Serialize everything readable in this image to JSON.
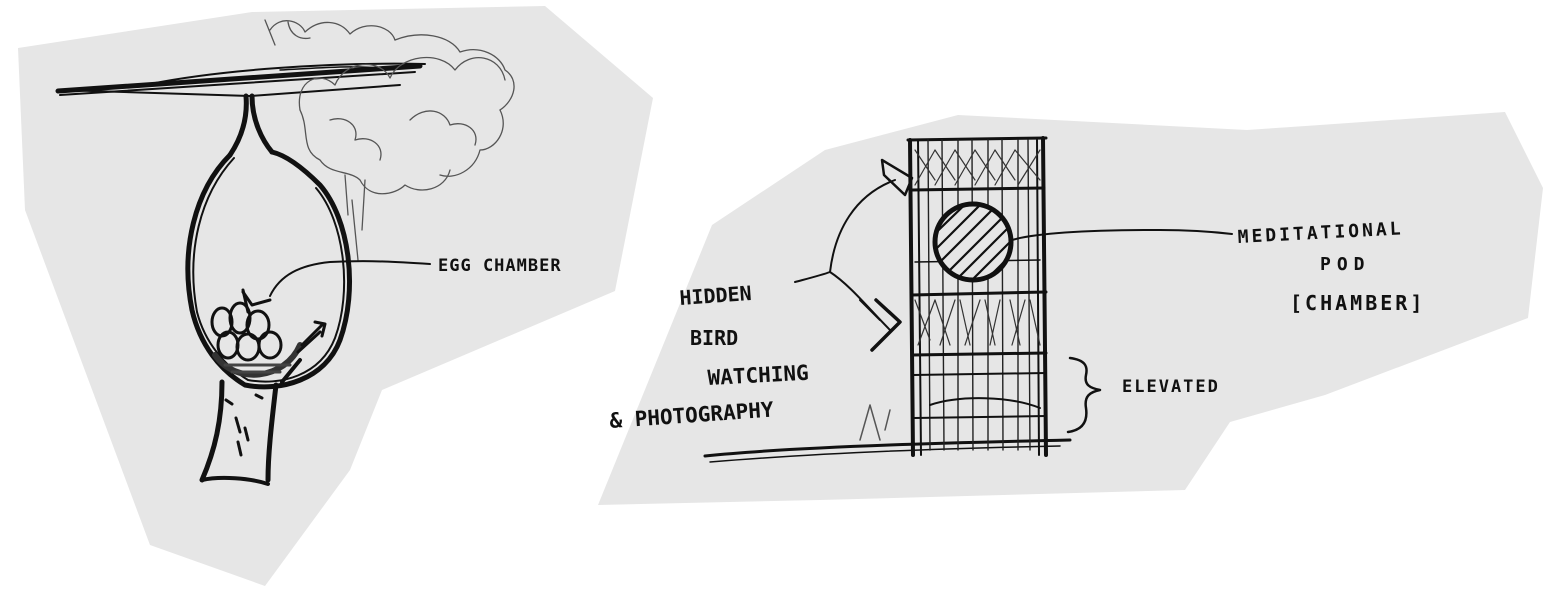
{
  "left_sketch": {
    "labels": {
      "egg_chamber": "EGG CHAMBER"
    }
  },
  "right_sketch": {
    "labels": {
      "hidden_line1": "HIDDEN",
      "hidden_line2": "BIRD",
      "hidden_line3": "WATCHING",
      "hidden_line4": "& PHOTOGRAPHY",
      "meditational_line1": "MEDITATIONAL",
      "meditational_line2": "POD",
      "meditational_line3": "[CHAMBER]",
      "elevated": "ELEVATED"
    }
  },
  "colors": {
    "paper": "#e6e6e6",
    "ink": "#111111",
    "background": "#ffffff"
  }
}
